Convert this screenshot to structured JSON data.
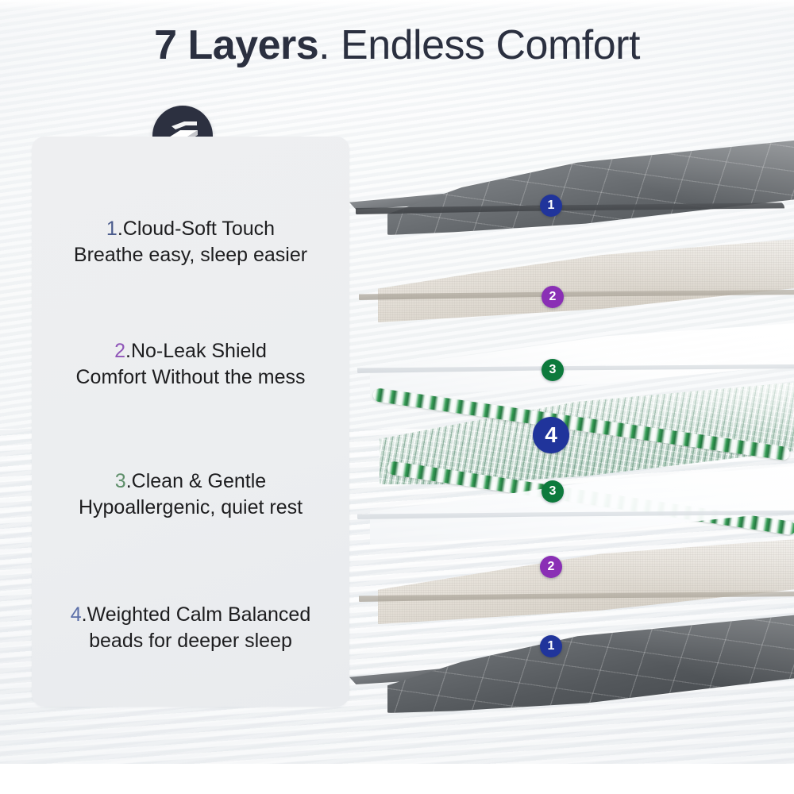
{
  "title": {
    "strong": "7 Layers",
    "rest": ". Endless Comfort"
  },
  "icon": {
    "name": "stacked-layers-icon",
    "circle_color": "#2c3040",
    "glyph_color": "#ffffff"
  },
  "panel": {
    "background_color": "#eceef0",
    "features": [
      {
        "number": "1",
        "number_color": "#4a5b8c",
        "heading": ".Cloud-Soft Touch",
        "subtext": "Breathe easy, sleep easier"
      },
      {
        "number": "2",
        "number_color": "#8f55b8",
        "heading": ".No-Leak Shield",
        "subtext": "Comfort Without the mess"
      },
      {
        "number": "3",
        "number_color": "#5f8f6b",
        "heading": ".Clean & Gentle",
        "subtext": "Hypoallergenic, quiet rest"
      },
      {
        "number": "4",
        "number_color": "#5b6fa8",
        "heading": ".Weighted Calm Balanced",
        "subtext": "beads for deeper sleep"
      }
    ]
  },
  "stack": {
    "description": "Seven-layer exploded cross-section of a weighted blanket",
    "badges": [
      {
        "label": "1",
        "color": "#20349b",
        "layer": "quilted-grey-outer-top"
      },
      {
        "label": "2",
        "color": "#8a2fb5",
        "layer": "beige-leakproof-top"
      },
      {
        "label": "3",
        "color": "#0d7a3c",
        "layer": "white-hypoallergenic-top"
      },
      {
        "label": "4",
        "color": "#20349b",
        "layer": "glass-bead-mesh-core"
      },
      {
        "label": "3",
        "color": "#0d7a3c",
        "layer": "white-hypoallergenic-bottom"
      },
      {
        "label": "2",
        "color": "#8a2fb5",
        "layer": "beige-leakproof-bottom"
      },
      {
        "label": "1",
        "color": "#20349b",
        "layer": "quilted-grey-outer-bottom"
      }
    ],
    "layer_colors": {
      "quilted_grey": "#616569",
      "beige": "#d6d0c6",
      "white": "#ffffff",
      "bead_green": "#268648",
      "bead_glass": "#eef4f1"
    }
  }
}
